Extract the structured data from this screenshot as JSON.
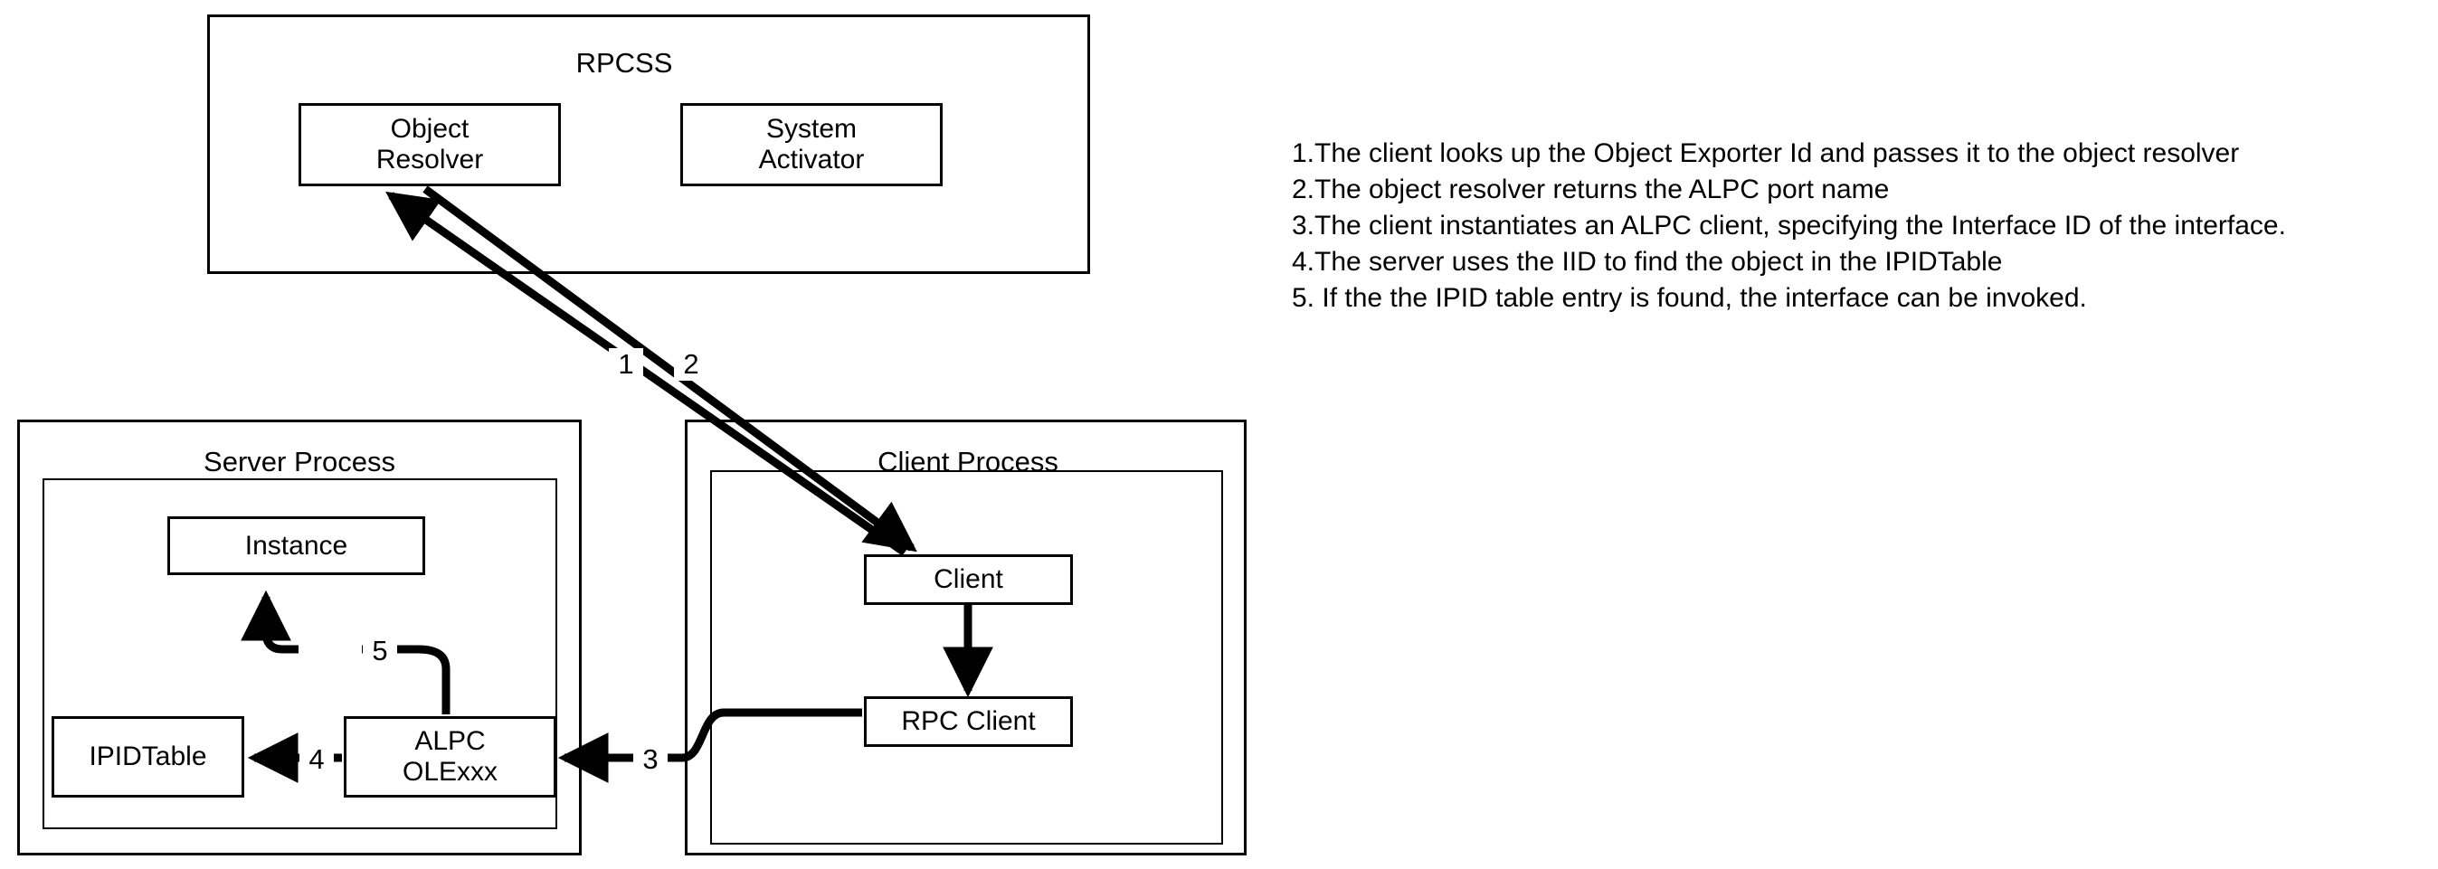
{
  "diagram": {
    "title_rpcss": "RPCSS",
    "groups": {
      "rpcss": {
        "label": "RPCSS"
      },
      "server_process": {
        "label": "Server Process"
      },
      "client_process": {
        "label": "Client Process"
      }
    },
    "nodes": {
      "object_resolver": {
        "label": "Object\nResolver"
      },
      "system_activator": {
        "label": "System\nActivator"
      },
      "instance": {
        "label": "Instance"
      },
      "ipid_table": {
        "label": "IPIDTable"
      },
      "alpc_olexxx": {
        "label": "ALPC\nOLExxx"
      },
      "client": {
        "label": "Client"
      },
      "rpc_client": {
        "label": "RPC Client"
      }
    },
    "step_labels": {
      "one": "1",
      "two": "2",
      "three": "3",
      "four": "4",
      "five": "5"
    },
    "colors": {
      "stroke": "#000000",
      "background": "#ffffff",
      "text": "#000000"
    }
  },
  "legend": {
    "lines": [
      "1.The client looks up the Object Exporter Id and passes it to the object resolver",
      "2.The object resolver returns the ALPC port name",
      "3.The client instantiates an ALPC client, specifying the Interface ID of the interface.",
      "4.The server uses the IID to find the object in the IPIDTable",
      "5. If the the IPID table entry is found, the interface can be invoked."
    ]
  }
}
